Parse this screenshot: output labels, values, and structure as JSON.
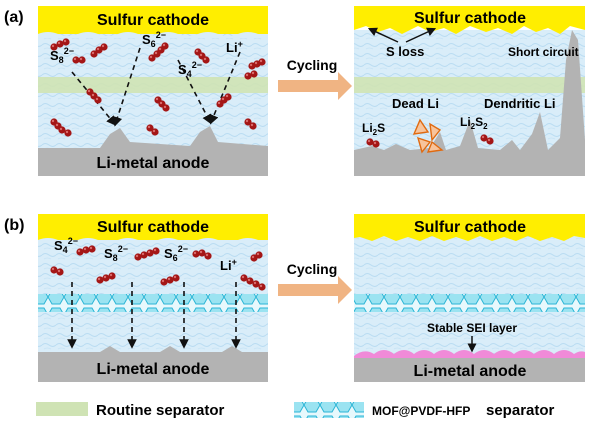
{
  "panel_a": {
    "tag": "(a)",
    "cathode": "Sulfur cathode",
    "anode": "Li-metal anode",
    "labels": {
      "s8": {
        "base": "S",
        "sub": "8",
        "sup": "2−"
      },
      "s6": {
        "base": "S",
        "sub": "6",
        "sup": "2−"
      },
      "s4": {
        "base": "S",
        "sub": "4",
        "sup": "2−"
      },
      "li": {
        "base": "Li",
        "sup": "+"
      }
    },
    "arrow_text": "Cycling",
    "result": {
      "cathode": "Sulfur cathode",
      "s_loss": "S loss",
      "short_circuit": "Short circuit",
      "dead_li": "Dead Li",
      "dendritic_li": "Dendritic Li",
      "li2s": {
        "base": "Li",
        "sub": "2",
        "tail": "S"
      },
      "li2s2": {
        "base": "Li",
        "sub": "2",
        "tail": "S",
        "sub2": "2"
      }
    }
  },
  "panel_b": {
    "tag": "(b)",
    "cathode": "Sulfur cathode",
    "anode": "Li-metal anode",
    "labels": {
      "s4": {
        "base": "S",
        "sub": "4",
        "sup": "2−"
      },
      "s8": {
        "base": "S",
        "sub": "8",
        "sup": "2−"
      },
      "s6": {
        "base": "S",
        "sub": "6",
        "sup": "2−"
      },
      "li": {
        "base": "Li",
        "sup": "+"
      }
    },
    "arrow_text": "Cycling",
    "result": {
      "cathode": "Sulfur cathode",
      "anode": "Li-metal anode",
      "sei": "Stable SEI layer"
    }
  },
  "legend": {
    "routine": "Routine separator",
    "mof": "MOF@PVDF-HFP",
    "mof_suffix": "separator"
  },
  "colors": {
    "cathode": "#ffee00",
    "electrolyte": "#d8ecf8",
    "anode": "#b3b3b3",
    "routine_separator": "#cfe3b4",
    "mof_separator": "#35c0dc",
    "polysulfide": "#b01818",
    "arrow": "#f0b483",
    "sei": "#f08ad8",
    "dead_li": "#f07c20"
  }
}
